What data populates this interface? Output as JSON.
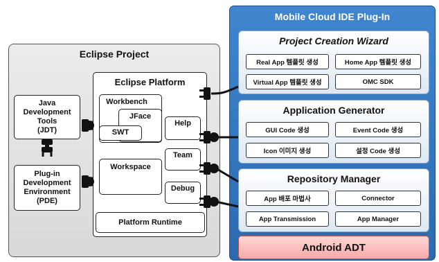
{
  "eclipse": {
    "title": "Eclipse Project",
    "platform": "Eclipse Platform",
    "jdt": [
      "Java",
      "Development",
      "Tools",
      "(JDT)"
    ],
    "pde": [
      "Plug-in",
      "Development",
      "Environment",
      "(PDE)"
    ],
    "workbench": "Workbench",
    "jface": "JFace",
    "swt": "SWT",
    "workspace": "Workspace",
    "help": "Help",
    "team": "Team",
    "debug": "Debug",
    "runtime": "Platform Runtime"
  },
  "plugin": {
    "title": "Mobile Cloud IDE Plug-In",
    "wizard": {
      "title": "Project Creation Wizard",
      "items": [
        "Real App 템플릿 생성",
        "Home App 템플릿 생성",
        "Virtual App 템플릿 생성",
        "OMC SDK"
      ]
    },
    "generator": {
      "title": "Application Generator",
      "items": [
        "GUI Code 생성",
        "Event Code 생성",
        "Icon 이미지 생성",
        "설정 Code 생성"
      ]
    },
    "repository": {
      "title": "Repository Manager",
      "items": [
        "App 배포 마법사",
        "Connector",
        "App Transmission",
        "App Manager"
      ]
    },
    "adt": "Android ADT"
  },
  "colors": {
    "plugin_bg": "#3278c0",
    "adt_fill": "#f6b0b0",
    "panel_border": "#7fa2c9"
  }
}
